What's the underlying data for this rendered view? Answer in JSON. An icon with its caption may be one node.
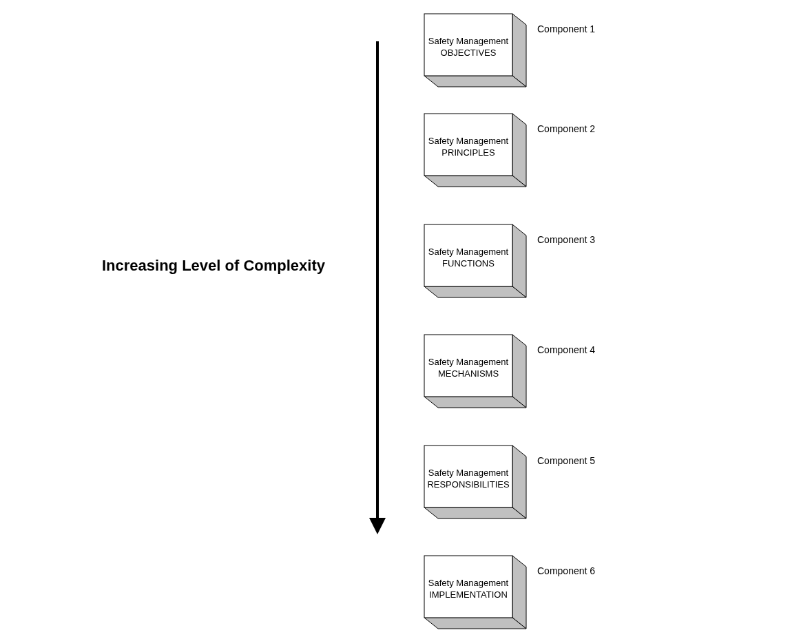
{
  "diagram": {
    "nodes": [
      {
        "text": [
          "Safety Management",
          "OBJECTIVES"
        ],
        "beside": [
          "Component 1"
        ]
      },
      {
        "text": [
          "Safety Management",
          "PRINCIPLES"
        ],
        "beside": [
          "Component 2"
        ]
      },
      {
        "text": [
          "Safety Management",
          "FUNCTIONS"
        ],
        "beside": [
          "Component 3"
        ]
      },
      {
        "text": [
          "Safety Management",
          "MECHANISMS"
        ],
        "beside": [
          "Component 4"
        ]
      },
      {
        "text": [
          "Safety Management",
          "RESPONSIBILITIES"
        ],
        "beside": [
          "Component 5"
        ]
      },
      {
        "text": [
          "Safety Management",
          "IMPLEMENTATION"
        ],
        "beside": [
          "Component 6"
        ]
      }
    ],
    "edges": [],
    "labels": [
      "Increasing Level of Complexity"
    ]
  }
}
